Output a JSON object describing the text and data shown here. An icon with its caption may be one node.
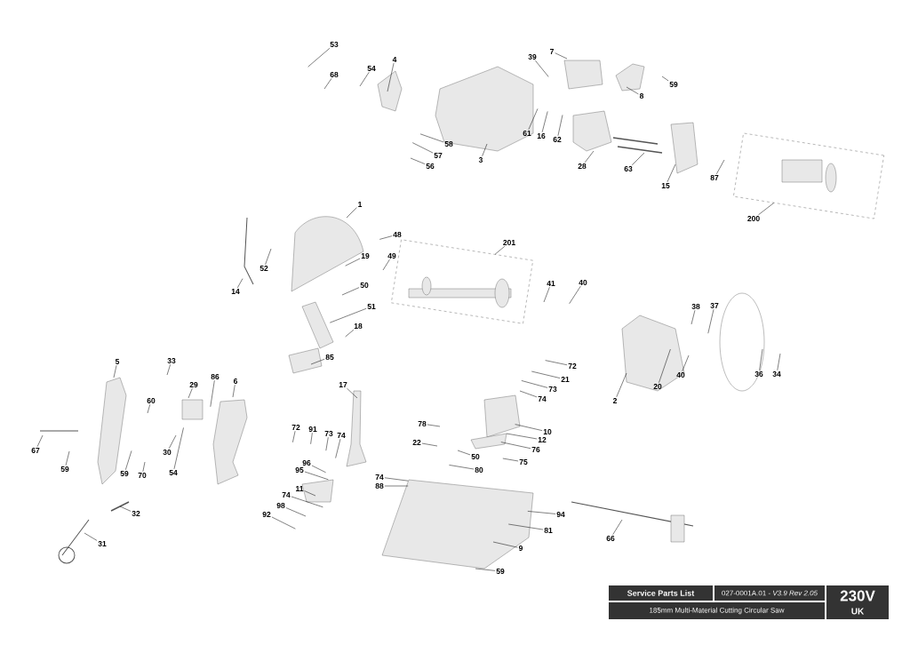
{
  "diagram": {
    "nodes": [
      {
        "text": [
          "53"
        ]
      },
      {
        "text": [
          "4"
        ]
      },
      {
        "text": [
          "7"
        ]
      },
      {
        "text": [
          "39"
        ]
      },
      {
        "text": [
          "68"
        ]
      },
      {
        "text": [
          "54"
        ]
      },
      {
        "text": [
          "59"
        ]
      },
      {
        "text": [
          "8"
        ]
      },
      {
        "text": [
          "61"
        ]
      },
      {
        "text": [
          "16"
        ]
      },
      {
        "text": [
          "62"
        ]
      },
      {
        "text": [
          "58"
        ]
      },
      {
        "text": [
          "57"
        ]
      },
      {
        "text": [
          "3"
        ]
      },
      {
        "text": [
          "56"
        ]
      },
      {
        "text": [
          "28"
        ]
      },
      {
        "text": [
          "63"
        ]
      },
      {
        "text": [
          "87"
        ]
      },
      {
        "text": [
          "15"
        ]
      },
      {
        "text": [
          "1"
        ]
      },
      {
        "text": [
          "200"
        ]
      },
      {
        "text": [],
        "shape": "box"
      },
      {
        "text": [
          "48"
        ]
      },
      {
        "text": [
          "201"
        ]
      },
      {
        "text": [],
        "shape": "box"
      },
      {
        "text": [
          "19"
        ]
      },
      {
        "text": [
          "49"
        ]
      },
      {
        "text": [
          "52"
        ]
      },
      {
        "text": [
          "41"
        ]
      },
      {
        "text": [
          "40"
        ]
      },
      {
        "text": [
          "50"
        ]
      },
      {
        "text": [
          "14"
        ]
      },
      {
        "text": [
          "51"
        ]
      },
      {
        "text": [
          "38"
        ]
      },
      {
        "text": [
          "37"
        ]
      },
      {
        "text": [
          "18"
        ]
      },
      {
        "text": [
          "85"
        ]
      },
      {
        "text": [
          "5"
        ]
      },
      {
        "text": [
          "33"
        ]
      },
      {
        "text": [
          "72"
        ]
      },
      {
        "text": [
          "36"
        ]
      },
      {
        "text": [
          "34"
        ]
      },
      {
        "text": [
          "40"
        ]
      },
      {
        "text": [
          "86"
        ]
      },
      {
        "text": [
          "21"
        ]
      },
      {
        "text": [
          "6"
        ]
      },
      {
        "text": [
          "17"
        ]
      },
      {
        "text": [
          "29"
        ]
      },
      {
        "text": [
          "20"
        ]
      },
      {
        "text": [
          "73"
        ]
      },
      {
        "text": [
          "74"
        ]
      },
      {
        "text": [
          "2"
        ]
      },
      {
        "text": [
          "60"
        ]
      },
      {
        "text": [
          "78"
        ]
      },
      {
        "text": [
          "72"
        ]
      },
      {
        "text": [
          "91"
        ]
      },
      {
        "text": [
          "10"
        ]
      },
      {
        "text": [
          "73"
        ]
      },
      {
        "text": [
          "74"
        ]
      },
      {
        "text": [
          "12"
        ]
      },
      {
        "text": [
          "22"
        ]
      },
      {
        "text": [
          "76"
        ]
      },
      {
        "text": [
          "67"
        ]
      },
      {
        "text": [
          "30"
        ]
      },
      {
        "text": [
          "50"
        ]
      },
      {
        "text": [
          "75"
        ]
      },
      {
        "text": [
          "96"
        ]
      },
      {
        "text": [
          "59"
        ]
      },
      {
        "text": [
          "95"
        ]
      },
      {
        "text": [
          "80"
        ]
      },
      {
        "text": [
          "54"
        ]
      },
      {
        "text": [
          "59"
        ]
      },
      {
        "text": [
          "70"
        ]
      },
      {
        "text": [
          "74"
        ]
      },
      {
        "text": [
          "88"
        ]
      },
      {
        "text": [
          "11"
        ]
      },
      {
        "text": [
          "74"
        ]
      },
      {
        "text": [
          "98"
        ]
      },
      {
        "text": [
          "32"
        ]
      },
      {
        "text": [
          "92"
        ]
      },
      {
        "text": [
          "94"
        ]
      },
      {
        "text": [
          "81"
        ]
      },
      {
        "text": [
          "66"
        ]
      },
      {
        "text": [
          "31"
        ]
      },
      {
        "text": [
          "9"
        ]
      },
      {
        "text": [
          "59"
        ]
      },
      {
        "text": [
          "Service Parts List"
        ]
      },
      {
        "text": [
          "027-0001A.01 - *V3.9 Rev 2.05*"
        ]
      },
      {
        "text": [
          "230V",
          "UK"
        ]
      },
      {
        "text": [
          "185mm Multi-Material Cutting Circular Saw"
        ]
      }
    ],
    "edges": [
      {
        "from": 0,
        "to": null,
        "arrow": "none"
      },
      {
        "from": 1,
        "to": null,
        "arrow": "none"
      },
      {
        "from": 2,
        "to": null,
        "arrow": "none"
      },
      {
        "from": 3,
        "to": null,
        "arrow": "none"
      },
      {
        "from": 4,
        "to": null,
        "arrow": "none"
      },
      {
        "from": 5,
        "to": null,
        "arrow": "none"
      },
      {
        "from": 6,
        "to": null,
        "arrow": "none"
      },
      {
        "from": 7,
        "to": null,
        "arrow": "none"
      },
      {
        "from": 8,
        "to": null,
        "arrow": "none"
      },
      {
        "from": 9,
        "to": null,
        "arrow": "none"
      },
      {
        "from": 10,
        "to": null,
        "arrow": "none"
      },
      {
        "from": 11,
        "to": null,
        "arrow": "none"
      },
      {
        "from": 12,
        "to": null,
        "arrow": "none"
      },
      {
        "from": 13,
        "to": null,
        "arrow": "none"
      },
      {
        "from": 14,
        "to": null,
        "arrow": "none"
      },
      {
        "from": 15,
        "to": null,
        "arrow": "none"
      },
      {
        "from": 16,
        "to": null,
        "arrow": "none"
      },
      {
        "from": 17,
        "to": null,
        "arrow": "none"
      },
      {
        "from": 18,
        "to": null,
        "arrow": "none"
      },
      {
        "from": 19,
        "to": null,
        "arrow": "none"
      },
      {
        "from": 20,
        "to": 21,
        "arrow": "none"
      },
      {
        "from": 22,
        "to": null,
        "arrow": "none"
      },
      {
        "from": 23,
        "to": 24,
        "arrow": "none"
      },
      {
        "from": 25,
        "to": null,
        "arrow": "none"
      },
      {
        "from": 26,
        "to": null,
        "arrow": "none"
      },
      {
        "from": 27,
        "to": null,
        "arrow": "none"
      },
      {
        "from": 28,
        "to": null,
        "arrow": "none"
      },
      {
        "from": 29,
        "to": null,
        "arrow": "none"
      },
      {
        "from": 30,
        "to": null,
        "arrow": "none"
      },
      {
        "from": 31,
        "to": null,
        "arrow": "none"
      },
      {
        "from": 32,
        "to": null,
        "arrow": "none"
      },
      {
        "from": 33,
        "to": null,
        "arrow": "none"
      },
      {
        "from": 34,
        "to": null,
        "arrow": "none"
      },
      {
        "from": 35,
        "to": null,
        "arrow": "none"
      },
      {
        "from": 36,
        "to": null,
        "arrow": "none"
      },
      {
        "from": 37,
        "to": null,
        "arrow": "none"
      },
      {
        "from": 38,
        "to": null,
        "arrow": "none"
      },
      {
        "from": 39,
        "to": null,
        "arrow": "none"
      },
      {
        "from": 40,
        "to": null,
        "arrow": "none"
      },
      {
        "from": 41,
        "to": null,
        "arrow": "none"
      },
      {
        "from": 42,
        "to": null,
        "arrow": "none"
      },
      {
        "from": 43,
        "to": null,
        "arrow": "none"
      },
      {
        "from": 44,
        "to": null,
        "arrow": "none"
      },
      {
        "from": 45,
        "to": null,
        "arrow": "none"
      },
      {
        "from": 46,
        "to": null,
        "arrow": "none"
      },
      {
        "from": 47,
        "to": null,
        "arrow": "none"
      },
      {
        "from": 48,
        "to": null,
        "arrow": "none"
      },
      {
        "from": 49,
        "to": null,
        "arrow": "none"
      },
      {
        "from": 50,
        "to": null,
        "arrow": "none"
      },
      {
        "from": 51,
        "to": null,
        "arrow": "none"
      },
      {
        "from": 52,
        "to": null,
        "arrow": "none"
      },
      {
        "from": 53,
        "to": null,
        "arrow": "none"
      },
      {
        "from": 54,
        "to": null,
        "arrow": "none"
      },
      {
        "from": 55,
        "to": null,
        "arrow": "none"
      },
      {
        "from": 56,
        "to": null,
        "arrow": "none"
      },
      {
        "from": 57,
        "to": null,
        "arrow": "none"
      },
      {
        "from": 58,
        "to": null,
        "arrow": "none"
      },
      {
        "from": 59,
        "to": null,
        "arrow": "none"
      },
      {
        "from": 60,
        "to": null,
        "arrow": "none"
      },
      {
        "from": 61,
        "to": null,
        "arrow": "none"
      },
      {
        "from": 62,
        "to": null,
        "arrow": "none"
      },
      {
        "from": 63,
        "to": null,
        "arrow": "none"
      },
      {
        "from": 64,
        "to": null,
        "arrow": "none"
      },
      {
        "from": 65,
        "to": null,
        "arrow": "none"
      },
      {
        "from": 66,
        "to": null,
        "arrow": "none"
      },
      {
        "from": 67,
        "to": null,
        "arrow": "none"
      },
      {
        "from": 68,
        "to": null,
        "arrow": "none"
      },
      {
        "from": 69,
        "to": null,
        "arrow": "none"
      },
      {
        "from": 70,
        "to": null,
        "arrow": "none"
      },
      {
        "from": 71,
        "to": null,
        "arrow": "none"
      },
      {
        "from": 72,
        "to": null,
        "arrow": "none"
      },
      {
        "from": 73,
        "to": null,
        "arrow": "none"
      },
      {
        "from": 74,
        "to": null,
        "arrow": "none"
      },
      {
        "from": 75,
        "to": null,
        "arrow": "none"
      },
      {
        "from": 76,
        "to": null,
        "arrow": "none"
      },
      {
        "from": 77,
        "to": null,
        "arrow": "none"
      },
      {
        "from": 78,
        "to": null,
        "arrow": "none"
      },
      {
        "from": 79,
        "to": null,
        "arrow": "none"
      },
      {
        "from": 80,
        "to": null,
        "arrow": "none"
      },
      {
        "from": 81,
        "to": null,
        "arrow": "none"
      },
      {
        "from": 82,
        "to": null,
        "arrow": "none"
      },
      {
        "from": 83,
        "to": null,
        "arrow": "none"
      },
      {
        "from": 84,
        "to": null,
        "arrow": "none"
      },
      {
        "from": 85,
        "to": null,
        "arrow": "none"
      }
    ]
  }
}
